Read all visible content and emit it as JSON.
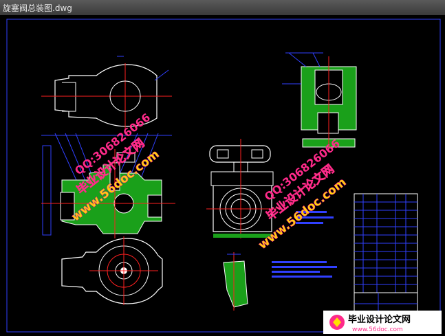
{
  "window": {
    "title": "旋塞阀总装图.dwg"
  },
  "watermarks": {
    "qq": "QQ:306826066",
    "site_cn": "毕业设计论文网",
    "site_url": "www.56doc.com"
  },
  "logo": {
    "site_cn": "毕业设计论文网",
    "site_url": "www.56doc.com"
  },
  "colors": {
    "background": "#000000",
    "frame": "#3040ff",
    "section_fill": "#1aa01a",
    "centerline": "#ff2020",
    "outline": "#ffffff",
    "watermark_magenta": "#ff2a8a",
    "watermark_yellow": "#ffe000"
  }
}
